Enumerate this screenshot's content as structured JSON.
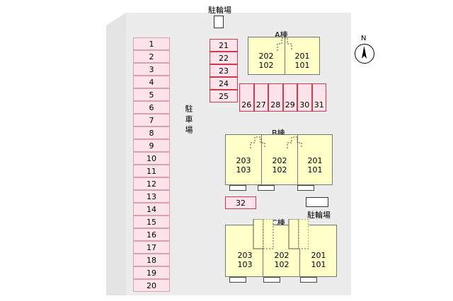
{
  "labels": {
    "bike_top": "駐輪場",
    "bike_mid": "駐輪場",
    "parking_vertical": "駐車場",
    "north": "N"
  },
  "left_slots": [
    "1",
    "2",
    "3",
    "4",
    "5",
    "6",
    "7",
    "8",
    "9",
    "10",
    "11",
    "12",
    "13",
    "14",
    "15",
    "16",
    "17",
    "18",
    "19",
    "20"
  ],
  "mid_slots": [
    "21",
    "22",
    "23",
    "24",
    "25"
  ],
  "row_slots": [
    "26",
    "27",
    "28",
    "29",
    "30",
    "31"
  ],
  "single_slot": "32",
  "buildings": {
    "a": {
      "name": "A棟",
      "units": [
        {
          "top": "202",
          "bottom": "102"
        },
        {
          "top": "201",
          "bottom": "101"
        }
      ]
    },
    "b": {
      "name": "B棟",
      "units": [
        {
          "top": "203",
          "bottom": "103"
        },
        {
          "top": "202",
          "bottom": "102"
        },
        {
          "top": "201",
          "bottom": "101"
        }
      ]
    },
    "c": {
      "name": "C棟",
      "units": [
        {
          "top": "203",
          "bottom": "103"
        },
        {
          "top": "202",
          "bottom": "102"
        },
        {
          "top": "201",
          "bottom": "101"
        }
      ]
    }
  },
  "colors": {
    "lot": "#ececec",
    "building": "#ffffc8",
    "slot": "#fde3ea",
    "slot_border": "#d23a4a"
  }
}
